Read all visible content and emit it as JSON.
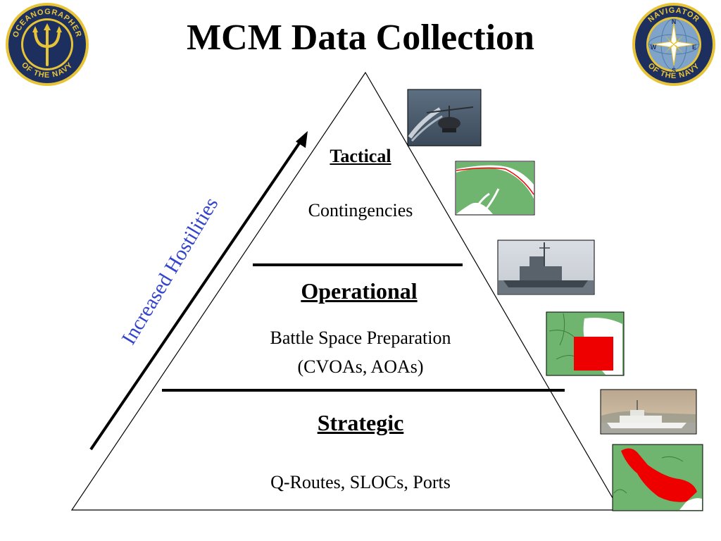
{
  "title": "MCM Data Collection",
  "seals": {
    "left": {
      "top_text": "OCEANOGRAPHER",
      "bottom_text": "OF THE NAVY"
    },
    "right": {
      "top_text": "NAVIGATOR",
      "bottom_text": "OF THE NAVY",
      "compass": {
        "n": "N",
        "e": "E",
        "s": "S",
        "w": "W"
      }
    }
  },
  "pyramid": {
    "tiers": [
      {
        "heading": "Tactical",
        "lines": [
          "Contingencies"
        ]
      },
      {
        "heading": "Operational",
        "lines": [
          "Battle Space Preparation",
          "(CVOAs, AOAs)"
        ]
      },
      {
        "heading": "Strategic",
        "lines": [
          "Q-Routes, SLOCs, Ports"
        ]
      }
    ]
  },
  "arrow_label": "Increased Hostilities",
  "colors": {
    "map_green": "#6fb56f",
    "map_red": "#ee0000",
    "seal_navy": "#1c2f5f",
    "seal_gold": "#e7c437",
    "arrow_label": "#3344cc"
  },
  "photos": [
    {
      "icon": "helicopter-photo"
    },
    {
      "icon": "route-map"
    },
    {
      "icon": "ship-photo"
    },
    {
      "icon": "area-map"
    },
    {
      "icon": "survey-ship-photo"
    },
    {
      "icon": "gulf-map"
    }
  ]
}
